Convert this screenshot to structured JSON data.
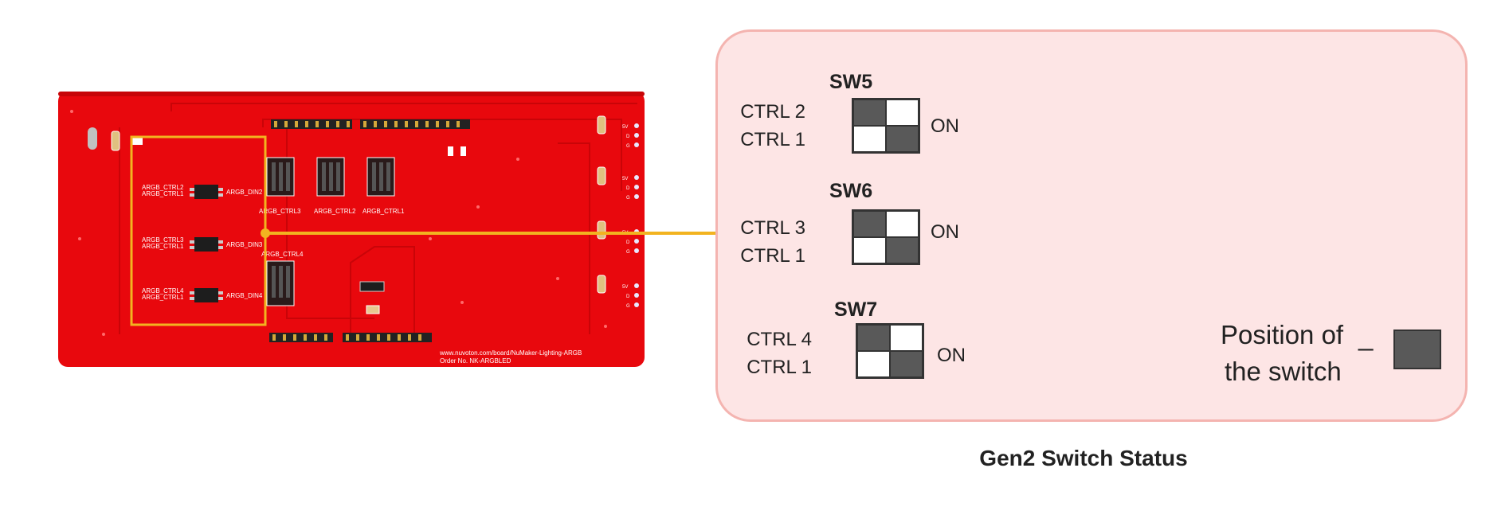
{
  "board": {
    "silkscreen": {
      "url": "www.nuvoton.com/board/NuMaker-Lighting-ARGB",
      "order": "Order No. NK-ARGBLED",
      "ctrl_labels": [
        "ARGB_CTRL3",
        "ARGB_CTRL2",
        "ARGB_CTRL1",
        "ARGB_CTRL4"
      ],
      "din_labels": [
        "ARGB_DIN2",
        "ARGB_DIN3",
        "ARGB_DIN4"
      ],
      "left_labels": [
        [
          "ARGB_CTRL2",
          "ARGB_CTRL1"
        ],
        [
          "ARGB_CTRL3",
          "ARGB_CTRL1"
        ],
        [
          "ARGB_CTRL4",
          "ARGB_CTRL1"
        ]
      ],
      "header_labels": [
        "5V",
        "D",
        "G"
      ]
    },
    "colors": {
      "pcb": "#e8080d",
      "highlight": "#f2b320"
    }
  },
  "panel": {
    "switches": [
      {
        "name": "SW5",
        "rows": [
          "CTRL 2",
          "CTRL 1"
        ],
        "state": "ON"
      },
      {
        "name": "SW6",
        "rows": [
          "CTRL 3",
          "CTRL 1"
        ],
        "state": "ON"
      },
      {
        "name": "SW7",
        "rows": [
          "CTRL 4",
          "CTRL 1"
        ],
        "state": "ON"
      }
    ],
    "legend": {
      "line1": "Position of",
      "line2": "the switch"
    },
    "colors": {
      "panel_bg": "#fde5e5",
      "panel_border": "#f4b4b0",
      "switch_fill": "#595959"
    }
  },
  "caption": "Gen2 Switch Status"
}
